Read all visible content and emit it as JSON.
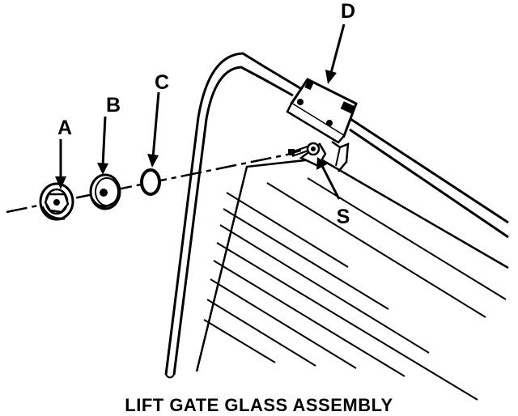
{
  "labels": {
    "a": "A",
    "b": "B",
    "c": "C",
    "d": "D",
    "s": "S"
  },
  "caption": "LIFT GATE GLASS ASSEMBLY",
  "colors": {
    "ink": "#000000",
    "background": "#ffffff"
  }
}
